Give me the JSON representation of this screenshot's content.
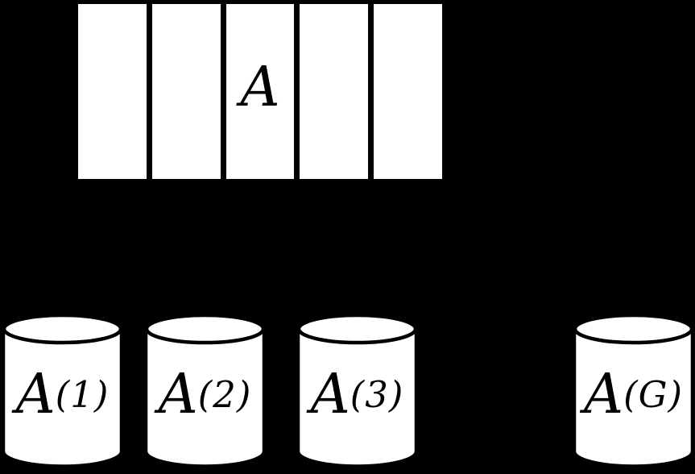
{
  "background": "#000000",
  "matrix": {
    "label": "A",
    "columns": 5,
    "fill": "#ffffff",
    "outline": "#000000"
  },
  "cylinders": [
    {
      "name": "A^(1)",
      "base": "A",
      "sup": "(1)"
    },
    {
      "name": "A^(2)",
      "base": "A",
      "sup": "(2)"
    },
    {
      "name": "A^(3)",
      "base": "A",
      "sup": "(3)"
    },
    {
      "name": "A^(G)",
      "base": "A",
      "sup": "(G)"
    }
  ]
}
